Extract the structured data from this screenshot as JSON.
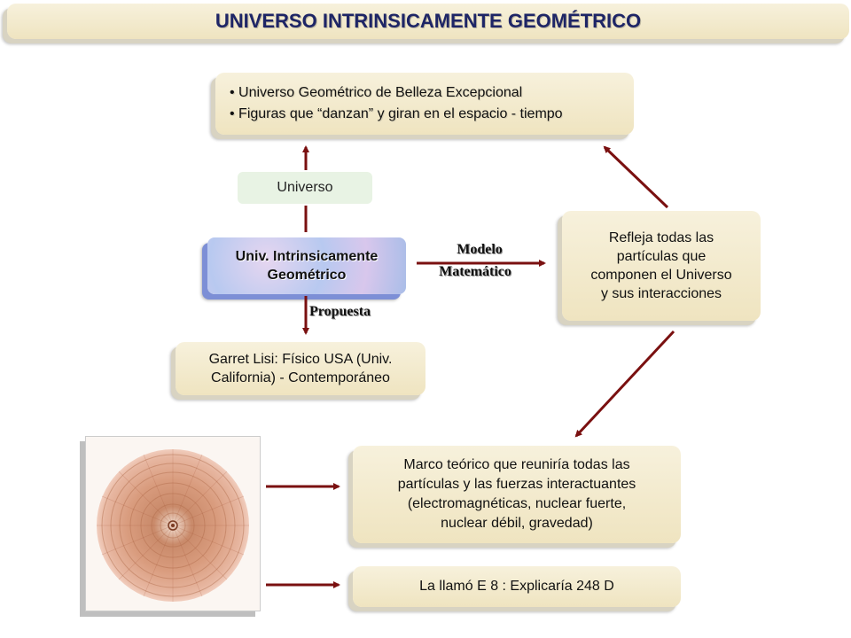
{
  "title": "UNIVERSO  INTRINSICAMENTE  GEOMÉTRICO",
  "top_box": {
    "items": [
      "Universo Geométrico de Belleza Excepcional",
      "Figuras que “danzan” y giran en el espacio - tiempo"
    ]
  },
  "universo_label": "Universo",
  "core": {
    "line1": "Univ. Intrinsicamente",
    "line2": "Geométrico"
  },
  "labels": {
    "propuesta": "Propuesta",
    "modelo_line1": "Modelo",
    "modelo_line2": "Matemático"
  },
  "garret": {
    "line1": "Garret Lisi: Físico USA (Univ.",
    "line2": "California) - Contemporáneo"
  },
  "refleja": {
    "line1": "Refleja todas las",
    "line2": "partículas que",
    "line3": "componen el Universo",
    "line4": "y sus interacciones"
  },
  "marco": {
    "line1": "Marco teórico que reuniría todas las",
    "line2": "partículas y las fuerzas interactuantes",
    "line3": "(electromagnéticas, nuclear fuerte,",
    "line4": "nuclear débil, gravedad)"
  },
  "e8_text": "La llamó  E 8 :  Explicaría 248 D",
  "colors": {
    "arrow": "#7a1010",
    "title_text": "#1e2566",
    "box_fill": "#f3ead0"
  }
}
